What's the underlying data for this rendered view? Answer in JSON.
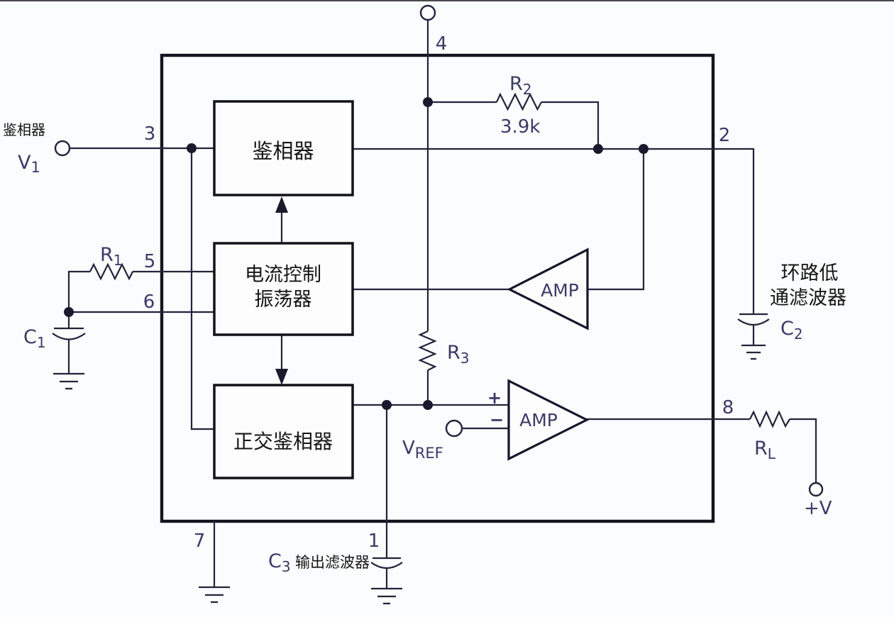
{
  "annotations": {
    "top_left_title": "鉴相器",
    "loop_filter_line1": "环路低",
    "loop_filter_line2": "通滤波器",
    "output_filter": "输出滤波器"
  },
  "blocks": {
    "phase_detector": "鉴相器",
    "cco_line1": "电流控制",
    "cco_line2": "振荡器",
    "quad_detector": "正交鉴相器"
  },
  "amps": {
    "amp1_label": "AMP",
    "amp2_label": "AMP",
    "amp2_plus": "+",
    "amp2_minus": "−"
  },
  "pins": {
    "p1": "1",
    "p2": "2",
    "p3": "3",
    "p4": "4",
    "p5": "5",
    "p6": "6",
    "p7": "7",
    "p8": "8"
  },
  "components": {
    "v1": {
      "base": "V",
      "sub": "1"
    },
    "r1": {
      "base": "R",
      "sub": "1"
    },
    "c1": {
      "base": "C",
      "sub": "1"
    },
    "r2": {
      "base": "R",
      "sub": "2"
    },
    "r2_value": "3.9k",
    "r3": {
      "base": "R",
      "sub": "3"
    },
    "c2": {
      "base": "C",
      "sub": "2"
    },
    "c3": {
      "base": "C",
      "sub": "3"
    },
    "rl": {
      "base": "R",
      "sub": "L"
    },
    "vref": {
      "base": "V",
      "sub": "REF"
    },
    "plus_v": "+V"
  },
  "colors": {
    "wire": "#23233d",
    "label": "#3a3a68",
    "cjk_text": "#151515",
    "background": "#fbfcfd"
  }
}
